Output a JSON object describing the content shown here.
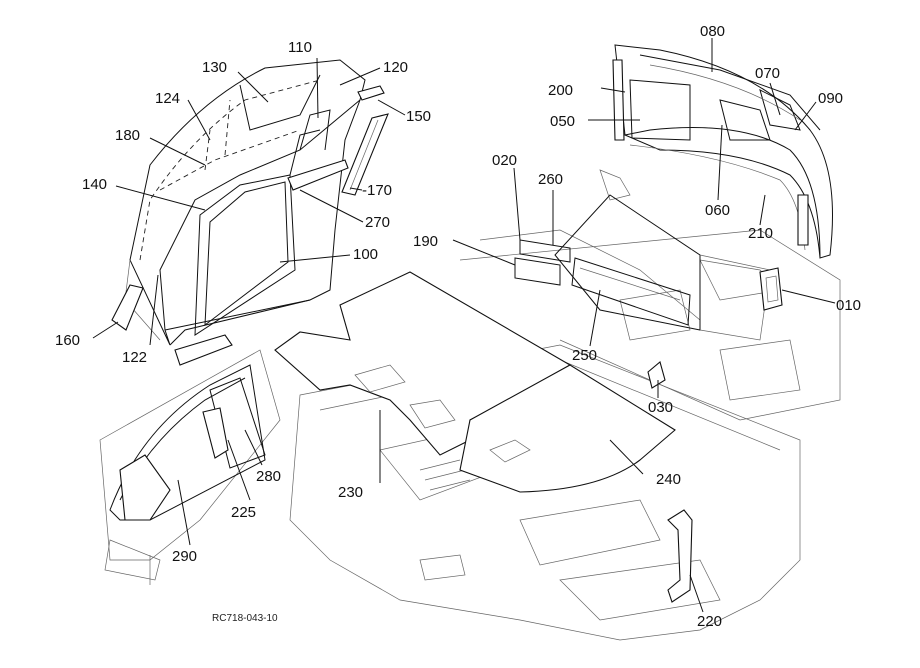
{
  "diagram": {
    "reference_code": "RC718-043-10",
    "callouts": {
      "c010": "010",
      "c020": "020",
      "c030": "030",
      "c050": "050",
      "c060": "060",
      "c070": "070",
      "c080": "080",
      "c090": "090",
      "c100": "100",
      "c110": "110",
      "c120": "120",
      "c122": "122",
      "c124": "124",
      "c130": "130",
      "c140": "140",
      "c150": "150",
      "c160": "160",
      "c170": "-170",
      "c180": "180",
      "c190": "190",
      "c200": "200",
      "c210": "210",
      "c220": "220",
      "c225": "225",
      "c230": "230",
      "c240": "240",
      "c250": "250",
      "c260": "260",
      "c270": "270",
      "c280": "280",
      "c290": "290"
    }
  }
}
